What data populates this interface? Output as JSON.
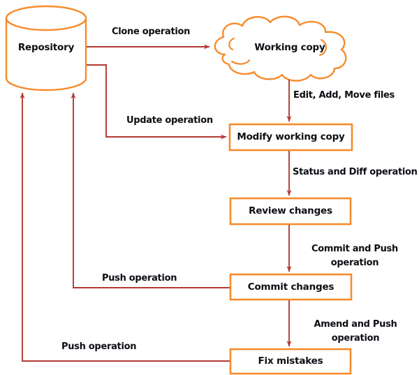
{
  "diagram": {
    "title": "Git workflow diagram",
    "colors": {
      "shape_stroke": "#F68B2C",
      "arrow": "#B33A34",
      "text": "#0D0D14",
      "background": "#FFFFFF"
    },
    "nodes": [
      {
        "id": "repository",
        "label": "Repository",
        "shape": "cylinder"
      },
      {
        "id": "working-copy",
        "label": "Working copy",
        "shape": "cloud"
      },
      {
        "id": "modify-working-copy",
        "label": "Modify working copy",
        "shape": "rectangle"
      },
      {
        "id": "review-changes",
        "label": "Review changes",
        "shape": "rectangle"
      },
      {
        "id": "commit-changes",
        "label": "Commit changes",
        "shape": "rectangle"
      },
      {
        "id": "fix-mistakes",
        "label": "Fix mistakes",
        "shape": "rectangle"
      }
    ],
    "edges": [
      {
        "id": "clone",
        "label": "Clone operation",
        "from": "repository",
        "to": "working-copy"
      },
      {
        "id": "edit-add-move",
        "label": "Edit, Add, Move files",
        "from": "working-copy",
        "to": "modify-working-copy"
      },
      {
        "id": "update",
        "label": "Update operation",
        "from": "repository",
        "to": "modify-working-copy"
      },
      {
        "id": "status-diff",
        "label": "Status and Diff operation",
        "from": "modify-working-copy",
        "to": "review-changes"
      },
      {
        "id": "commit-push",
        "label_line1": "Commit and Push",
        "label_line2": "operation",
        "from": "review-changes",
        "to": "commit-changes"
      },
      {
        "id": "push-commit",
        "label": "Push operation",
        "from": "commit-changes",
        "to": "repository"
      },
      {
        "id": "amend-push",
        "label_line1": "Amend and Push",
        "label_line2": "operation",
        "from": "commit-changes",
        "to": "fix-mistakes"
      },
      {
        "id": "push-fix",
        "label": "Push operation",
        "from": "fix-mistakes",
        "to": "repository"
      }
    ]
  }
}
